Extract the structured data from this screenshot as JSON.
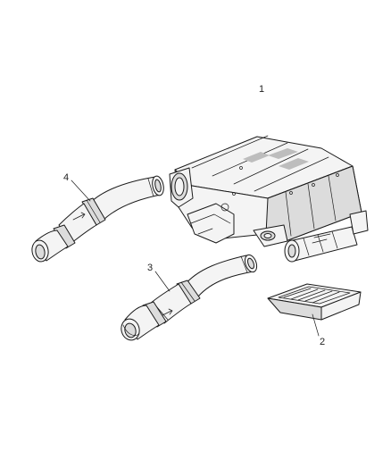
{
  "callouts": [
    {
      "id": "1",
      "label": "1"
    },
    {
      "id": "2",
      "label": "2"
    },
    {
      "id": "3",
      "label": "3"
    },
    {
      "id": "4",
      "label": "4"
    }
  ],
  "parts": [
    {
      "id": "1",
      "name": "air-cleaner-housing"
    },
    {
      "id": "2",
      "name": "air-filter-element"
    },
    {
      "id": "3",
      "name": "lower-intake-duct"
    },
    {
      "id": "4",
      "name": "upper-intake-duct"
    }
  ],
  "colors": {
    "line": "#1a1a1a",
    "fill": "#f4f4f4",
    "shade": "#dcdcdc"
  }
}
